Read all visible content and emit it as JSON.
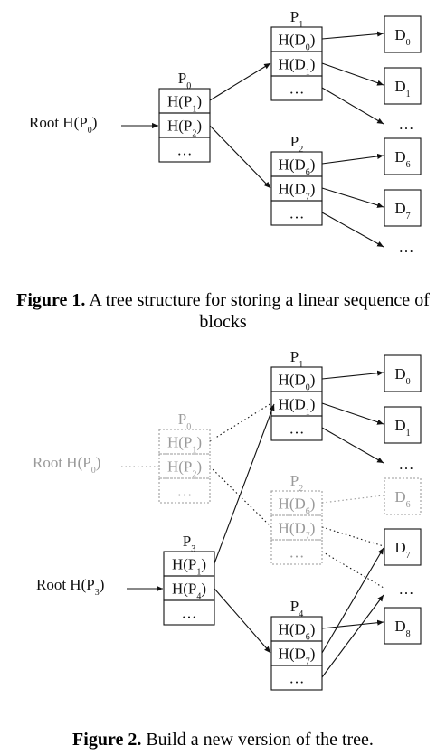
{
  "figure1": {
    "root_label": "Root H(P0)",
    "nodes": {
      "P0": {
        "label": "P0",
        "cells": [
          "H(P1)",
          "H(P2)",
          "…"
        ]
      },
      "P1": {
        "label": "P1",
        "cells": [
          "H(D0)",
          "H(D1)",
          "…"
        ]
      },
      "P2": {
        "label": "P2",
        "cells": [
          "H(D6)",
          "H(D7)",
          "…"
        ]
      }
    },
    "data_blocks": [
      "D0",
      "D1",
      "D6",
      "D7"
    ],
    "ellipses": [
      "…",
      "…"
    ],
    "caption_bold": "Figure 1.",
    "caption_text": " A tree structure for storing a linear sequence of blocks"
  },
  "figure2": {
    "old_root_label": "Root H(P0)",
    "new_root_label": "Root H(P3)",
    "nodes": {
      "P0": {
        "label": "P0",
        "cells": [
          "H(P1)",
          "H(P2)",
          "…"
        ],
        "style": "old"
      },
      "P1": {
        "label": "P1",
        "cells": [
          "H(D0)",
          "H(D1)",
          "…"
        ],
        "style": "current"
      },
      "P2": {
        "label": "P2",
        "cells": [
          "H(D6)",
          "H(D7)",
          "…"
        ],
        "style": "old"
      },
      "P3": {
        "label": "P3",
        "cells": [
          "H(P1)",
          "H(P4)",
          "…"
        ],
        "style": "current"
      },
      "P4": {
        "label": "P4",
        "cells": [
          "H(D6)",
          "H(D7)",
          "…"
        ],
        "style": "current"
      }
    },
    "data_blocks": [
      "D0",
      "D1",
      "D6",
      "D7",
      "D8"
    ],
    "ellipses": [
      "…",
      "…"
    ],
    "caption_bold": "Figure 2.",
    "caption_text": " Build a new version of the tree."
  },
  "colors": {
    "current": "#111111",
    "old": "#9a9a9a"
  }
}
